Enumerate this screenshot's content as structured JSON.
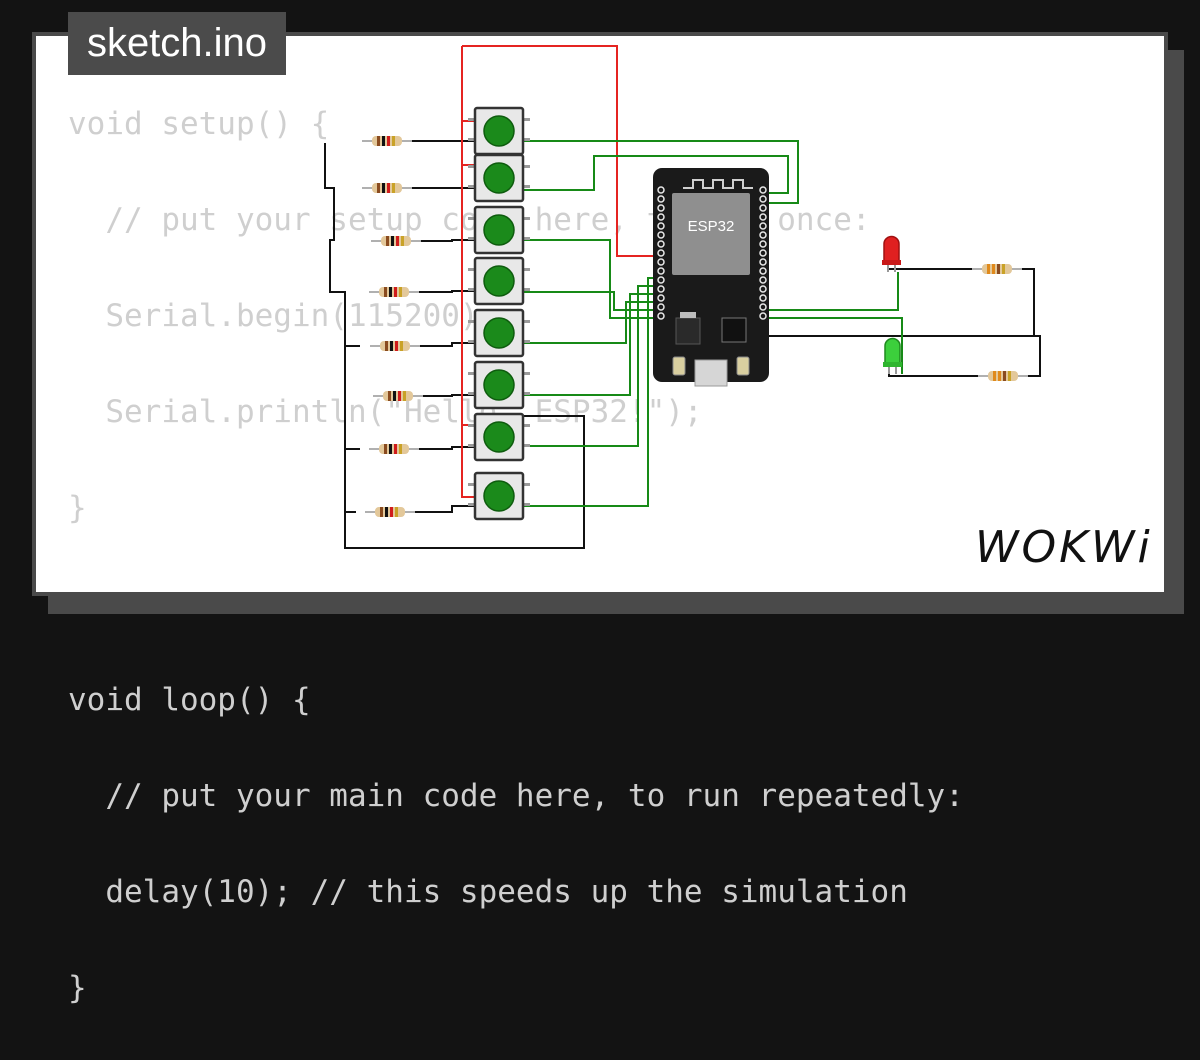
{
  "tab": {
    "title": "sketch.ino"
  },
  "code_lines": [
    "void setup() {",
    "  // put your setup code here, to run once:",
    "  Serial.begin(115200);",
    "  Serial.println(\"Hello, ESP32!\");",
    "}",
    "",
    "void loop() {",
    "  // put your main code here, to run repeatedly:",
    "  delay(10); // this speeds up the simulation",
    "}"
  ],
  "board": {
    "label": "ESP32"
  },
  "logo": {
    "text": "WOKWi"
  },
  "colors": {
    "code_text": "#cfcfcf",
    "wire_red": "#e52421",
    "wire_green": "#178a17",
    "wire_black": "#111111",
    "button": "#1b8a1b",
    "board": "#1a1a1a"
  }
}
